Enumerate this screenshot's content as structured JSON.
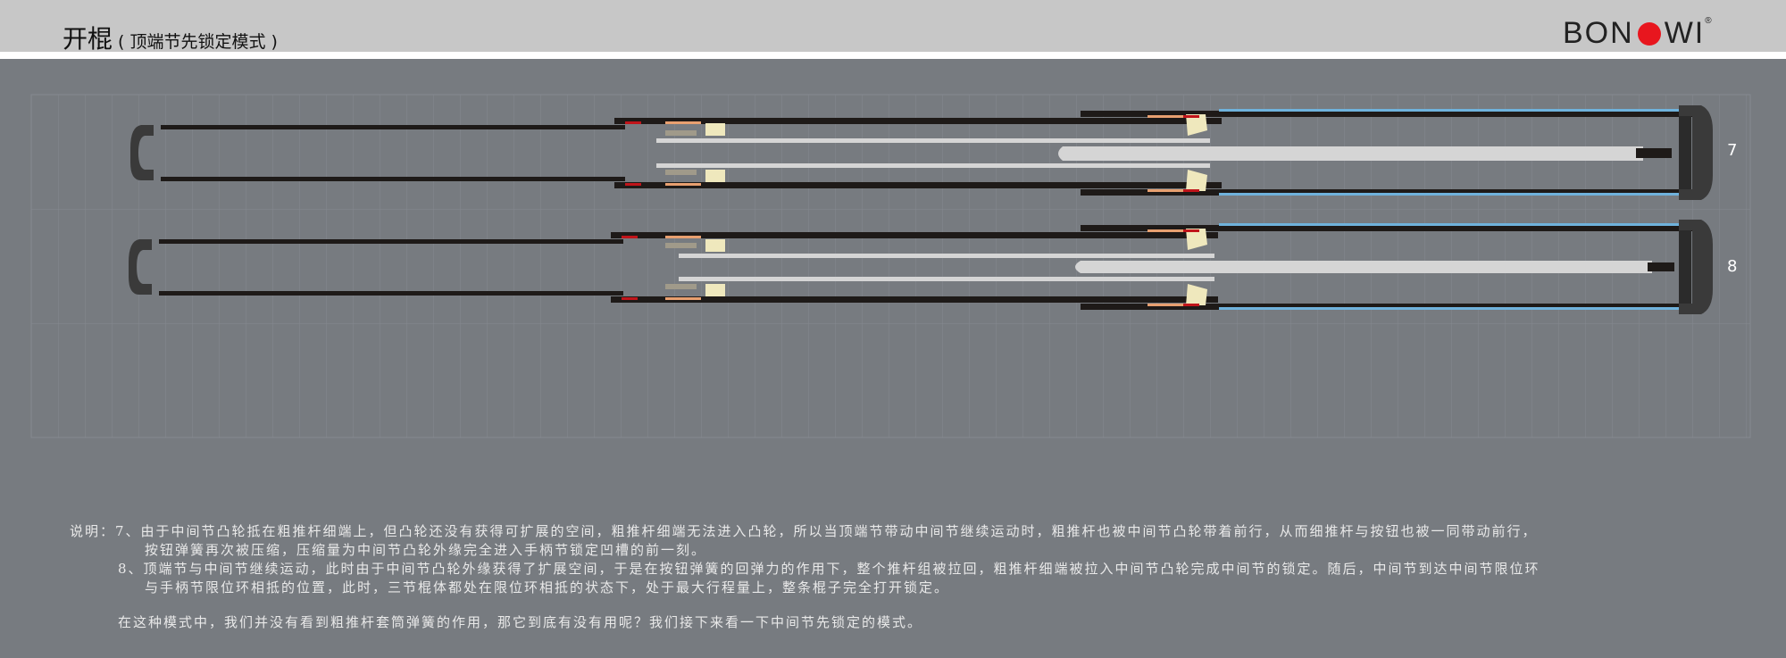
{
  "header": {
    "title": "开棍",
    "subtitle": "( 顶端节先锁定模式 )",
    "logo": {
      "left": "BON",
      "right": "WI",
      "reg": "®"
    }
  },
  "figures": [
    {
      "label": "7"
    },
    {
      "label": "8"
    }
  ],
  "notes": {
    "line1": "说明：7、由于中间节凸轮抵在粗推杆细端上，但凸轮还没有获得可扩展的空间，粗推杆细端无法进入凸轮，所以当顶端节带动中间节继续运动时，粗推杆也被中间节凸轮带着前行，从而细推杆与按钮也被一同带动前行，",
    "line2": "按钮弹簧再次被压缩，压缩量为中间节凸轮外缘完全进入手柄节锁定凹槽的前一刻。",
    "line3": "8、顶端节与中间节继续运动，此时由于中间节凸轮外缘获得了扩展空间，于是在按钮弹簧的回弹力的作用下，整个推杆组被拉回，粗推杆细端被拉入中间节凸轮完成中间节的锁定。随后，中间节到达中间节限位环",
    "line4": "与手柄节限位环相抵的位置，此时，三节棍体都处在限位环相抵的状态下，处于最大行程量上，整条棍子完全打开锁定。",
    "line5": "在这种模式中，我们并没有看到粗推杆套筒弹簧的作用，那它到底有没有用呢？我们接下来看一下中间节先锁定的模式。"
  },
  "colors": {
    "background": "#777b80",
    "header": "#c7c7c7",
    "tube": "#1e1a18",
    "rod": "#d5d5d5",
    "cam": "#efe8bd",
    "accent_blue": "#6fb2dc",
    "accent_red": "#c0141a",
    "logo_dot": "#e8161e"
  }
}
